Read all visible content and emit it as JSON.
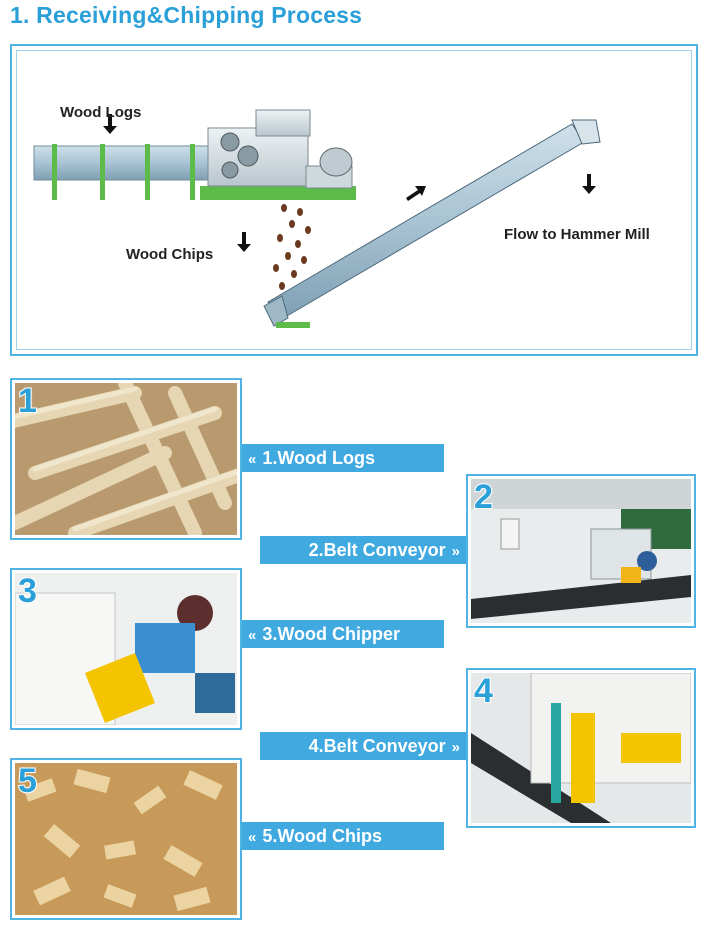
{
  "title": "1.  Receiving&Chipping Process",
  "diagram": {
    "labels": {
      "wood_logs": "Wood Logs",
      "wood_chips": "Wood Chips",
      "flow": "Flow to Hammer Mill"
    }
  },
  "steps": [
    {
      "number": "1",
      "label": "1.Wood Logs"
    },
    {
      "number": "2",
      "label": "2.Belt Conveyor"
    },
    {
      "number": "3",
      "label": "3.Wood Chipper"
    },
    {
      "number": "4",
      "label": "4.Belt Conveyor"
    },
    {
      "number": "5",
      "label": "5.Wood Chips"
    }
  ],
  "chevron_left": "«",
  "chevron_right": "»",
  "colors": {
    "accent": "#2a9fd8",
    "tag": "#3fa9e0",
    "frame": "#4fb3e3"
  }
}
